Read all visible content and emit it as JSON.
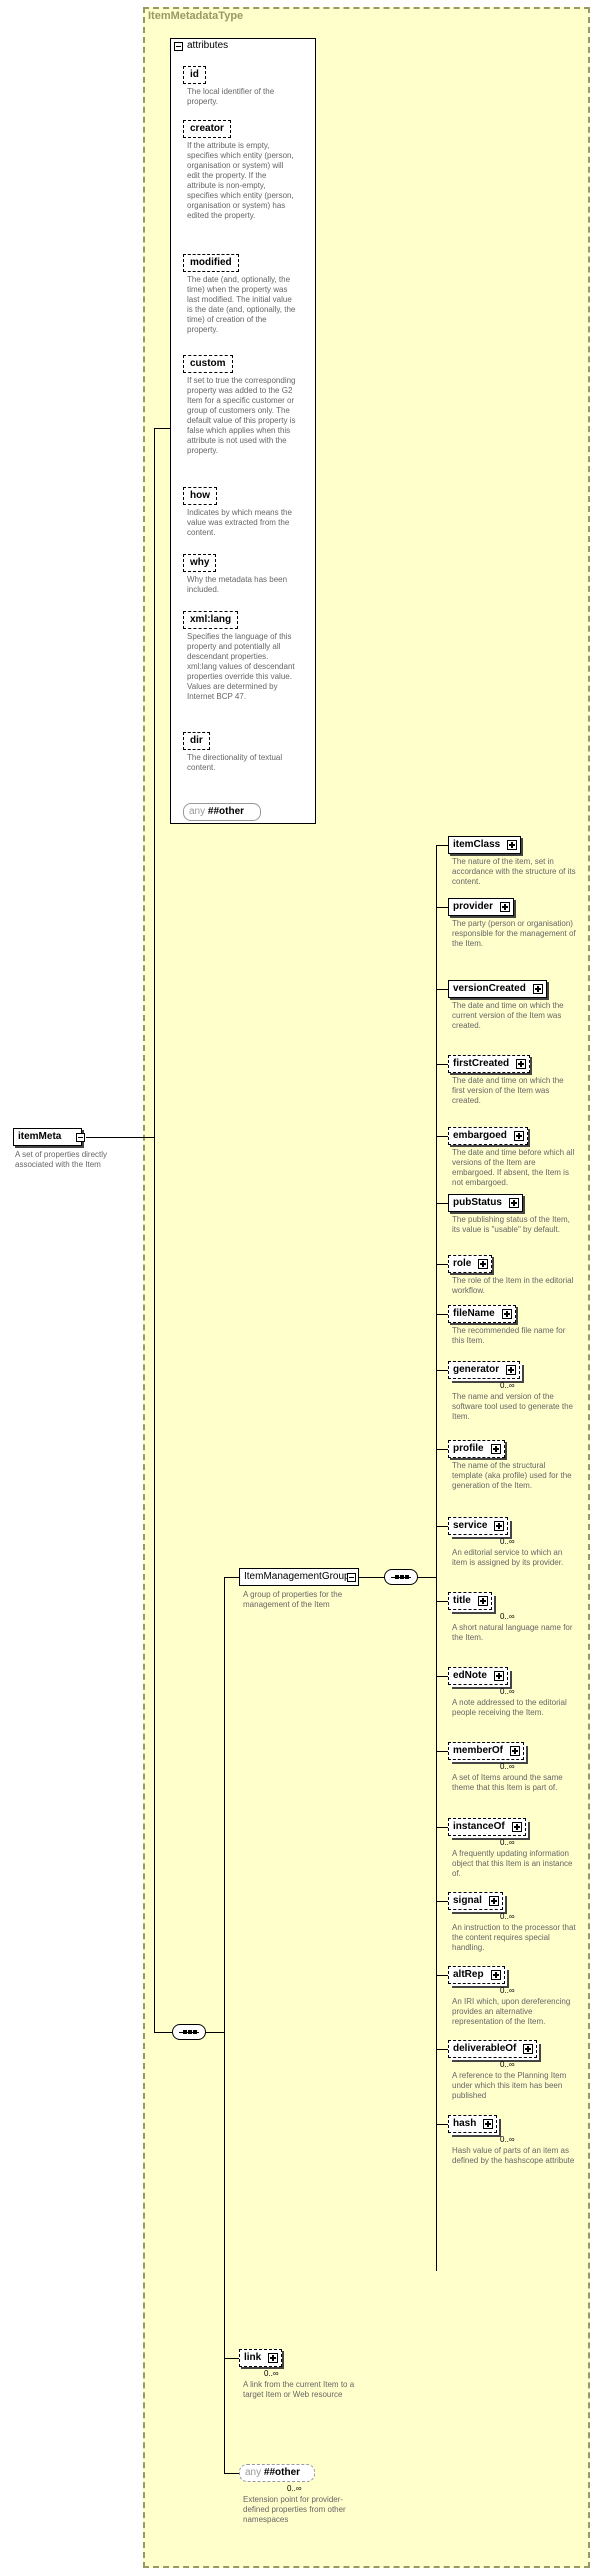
{
  "type_name": "ItemMetadataType",
  "root": {
    "name": "itemMeta",
    "desc": "A set of properties directly associated with the Item"
  },
  "attributes_title": "attributes",
  "attributes": [
    {
      "name": "id",
      "desc": "The local identifier of the property."
    },
    {
      "name": "creator",
      "desc": "If the attribute is empty, specifies which entity (person, organisation or system) will edit the property. If the attribute is non-empty, specifies which entity (person, organisation or system) has edited the property."
    },
    {
      "name": "modified",
      "desc": "The date (and, optionally, the time) when the property was last modified. The initial value is the date (and, optionally, the time) of creation of the property."
    },
    {
      "name": "custom",
      "desc": "If set to true the corresponding property was added to the G2 Item for a specific customer or group of customers only. The default value of this property is false which applies when this attribute is not used with the property."
    },
    {
      "name": "how",
      "desc": "Indicates by which means the value was extracted from the content."
    },
    {
      "name": "why",
      "desc": "Why the metadata has been included."
    },
    {
      "name": "xml:lang",
      "desc": "Specifies the language of this property and potentially all descendant properties. xml:lang values of descendant properties override this value. Values are determined by Internet BCP 47."
    },
    {
      "name": "dir",
      "desc": "The directionality of textual content."
    }
  ],
  "attr_any": {
    "label": "any",
    "value": "##other"
  },
  "group": {
    "name": "ItemManagementGroup",
    "desc": "A group of properties for the management of the Item"
  },
  "elements": [
    {
      "name": "itemClass",
      "desc": "The nature of the item, set in accordance with the structure of its content.",
      "card": ""
    },
    {
      "name": "provider",
      "desc": "The party (person or organisation) responsible for the management of the Item.",
      "card": ""
    },
    {
      "name": "versionCreated",
      "desc": "The date and time on which the current version of the Item was created.",
      "card": ""
    },
    {
      "name": "firstCreated",
      "desc": "The date and time on which the first version of the Item was created.",
      "card": ""
    },
    {
      "name": "embargoed",
      "desc": "The date and time before which all versions of the Item are embargoed. If absent, the Item is not embargoed.",
      "card": ""
    },
    {
      "name": "pubStatus",
      "desc": "The publishing status of the Item, its value is \"usable\" by default.",
      "card": ""
    },
    {
      "name": "role",
      "desc": "The role of the Item in the editorial workflow.",
      "card": ""
    },
    {
      "name": "fileName",
      "desc": "The recommended file name for this Item.",
      "card": ""
    },
    {
      "name": "generator",
      "desc": "The name and version of the software tool used to generate the Item.",
      "card": "0..∞"
    },
    {
      "name": "profile",
      "desc": "The name of the structural template (aka profile) used for the generation of the Item.",
      "card": ""
    },
    {
      "name": "service",
      "desc": "An editorial service to which an item is assigned by its provider.",
      "card": "0..∞"
    },
    {
      "name": "title",
      "desc": "A short natural language name for the Item.",
      "card": "0..∞"
    },
    {
      "name": "edNote",
      "desc": "A note addressed to the editorial people receiving the Item.",
      "card": "0..∞"
    },
    {
      "name": "memberOf",
      "desc": "A set of Items around the same theme that this Item is part of.",
      "card": "0..∞"
    },
    {
      "name": "instanceOf",
      "desc": "A frequently updating information object that this Item is an instance of.",
      "card": "0..∞"
    },
    {
      "name": "signal",
      "desc": "An instruction to the processor that the content requires special handling.",
      "card": "0..∞"
    },
    {
      "name": "altRep",
      "desc": "An IRI which, upon dereferencing provides an alternative representation of the Item.",
      "card": "0..∞"
    },
    {
      "name": "deliverableOf",
      "desc": "A reference to the Planning Item under which this item has been published",
      "card": "0..∞"
    },
    {
      "name": "hash",
      "desc": "Hash value of parts of an item as defined by the hashscope attribute",
      "card": "0..∞"
    }
  ],
  "link": {
    "name": "link",
    "card": "0..∞",
    "desc": "A link from the current Item to a target Item or Web resource"
  },
  "any_other": {
    "label": "any",
    "value": "##other",
    "card": "0..∞",
    "desc": "Extension point for provider-defined properties from other namespaces"
  }
}
